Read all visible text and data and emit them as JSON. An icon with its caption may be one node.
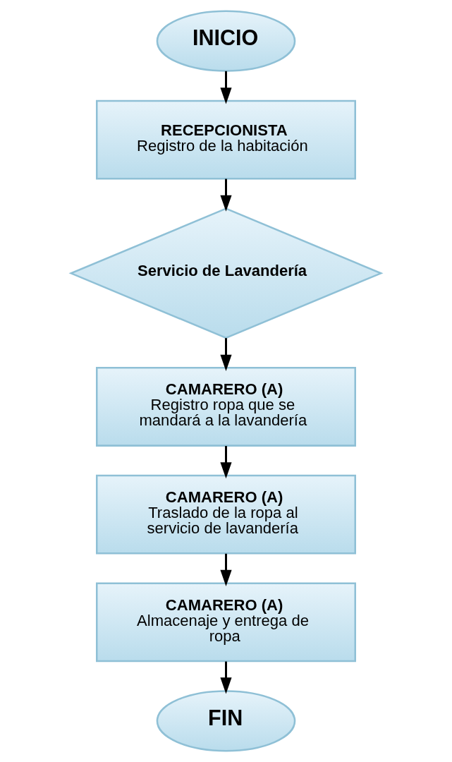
{
  "diagram": {
    "nodes": [
      {
        "text": [
          "INICIO"
        ]
      },
      {
        "text": [
          "RECEPCIONISTA",
          "Registro de la habitación"
        ]
      },
      {
        "text": [
          "Servicio de Lavandería"
        ]
      },
      {
        "text": [
          "CAMARERO (A)",
          "Registro ropa que se mandará a la lavandería"
        ]
      },
      {
        "text": [
          "CAMARERO (A)",
          "Traslado de la ropa al servicio de lavandería"
        ]
      },
      {
        "text": [
          "CAMARERO (A)",
          "Almacenaje y entrega de ropa"
        ]
      },
      {
        "text": [
          "FIN"
        ]
      }
    ],
    "edges": [
      {
        "from": 0,
        "to": 1,
        "arrow": "to"
      },
      {
        "from": 1,
        "to": 2,
        "arrow": "to"
      },
      {
        "from": 2,
        "to": 3,
        "arrow": "to"
      },
      {
        "from": 3,
        "to": 4,
        "arrow": "to"
      },
      {
        "from": 4,
        "to": 5,
        "arrow": "to"
      },
      {
        "from": 5,
        "to": 6,
        "arrow": "to"
      }
    ]
  }
}
